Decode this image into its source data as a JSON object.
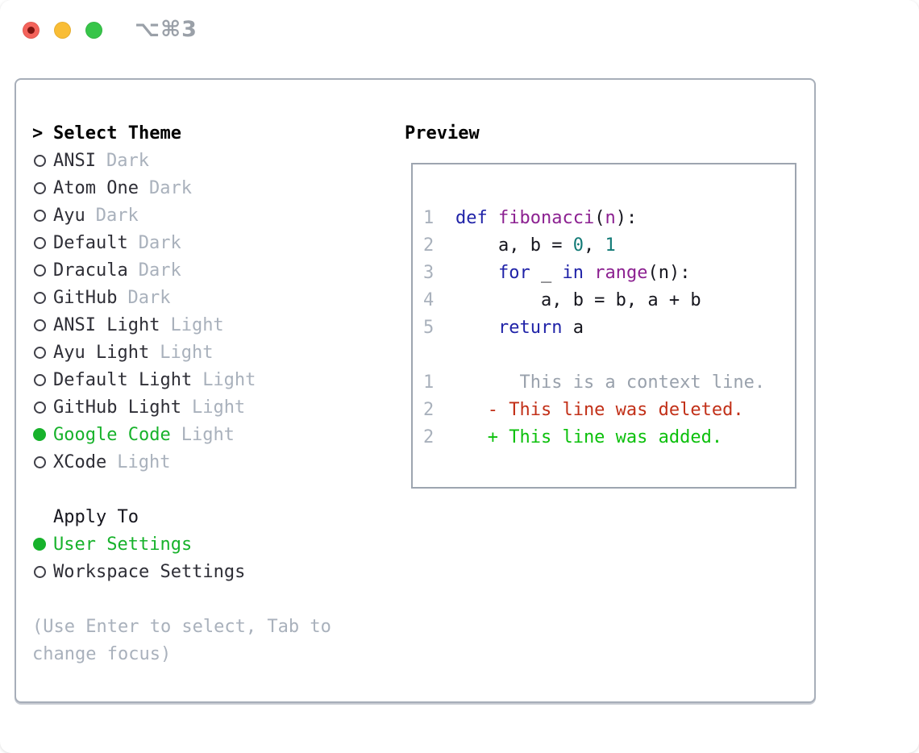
{
  "window": {
    "shortcut": "⌥⌘3"
  },
  "colors": {
    "selected_green": "#17b22b",
    "muted_gray": "#a9b1bc",
    "text_dark": "#2e2e36",
    "keyword_blue": "#2023a8",
    "function_purple": "#8c2191",
    "number_teal": "#127a76",
    "diff_deleted_red": "#c23018",
    "diff_added_green": "#0cc00c",
    "panel_border": "#a7aeb9",
    "traffic_red": "#f4635b",
    "traffic_yellow": "#f9bd35",
    "traffic_green": "#37c549"
  },
  "theme_panel": {
    "cursor": ">",
    "title": "Select Theme",
    "themes": [
      {
        "name": "ANSI",
        "variant": "Dark",
        "selected": false
      },
      {
        "name": "Atom One",
        "variant": "Dark",
        "selected": false
      },
      {
        "name": "Ayu",
        "variant": "Dark",
        "selected": false
      },
      {
        "name": "Default",
        "variant": "Dark",
        "selected": false
      },
      {
        "name": "Dracula",
        "variant": "Dark",
        "selected": false
      },
      {
        "name": "GitHub",
        "variant": "Dark",
        "selected": false
      },
      {
        "name": "ANSI Light",
        "variant": "Light",
        "selected": false
      },
      {
        "name": "Ayu Light",
        "variant": "Light",
        "selected": false
      },
      {
        "name": "Default Light",
        "variant": "Light",
        "selected": false
      },
      {
        "name": "GitHub Light",
        "variant": "Light",
        "selected": false
      },
      {
        "name": "Google Code",
        "variant": "Light",
        "selected": true
      },
      {
        "name": "XCode",
        "variant": "Light",
        "selected": false
      }
    ],
    "apply_title": "Apply To",
    "apply_options": [
      {
        "name": "User Settings",
        "selected": true
      },
      {
        "name": "Workspace Settings",
        "selected": false
      }
    ],
    "help": [
      "(Use Enter to select, Tab to",
      "change focus)"
    ]
  },
  "preview": {
    "title": "Preview",
    "code_lines": [
      {
        "num": "1",
        "tokens": [
          {
            "t": "def ",
            "c": "kw"
          },
          {
            "t": "fibonacci",
            "c": "fn"
          },
          {
            "t": "(",
            "c": "pl"
          },
          {
            "t": "n",
            "c": "fn"
          },
          {
            "t": "):",
            "c": "pl"
          }
        ]
      },
      {
        "num": "2",
        "tokens": [
          {
            "t": "    a, b = ",
            "c": "pl"
          },
          {
            "t": "0",
            "c": "num"
          },
          {
            "t": ", ",
            "c": "pl"
          },
          {
            "t": "1",
            "c": "num"
          }
        ]
      },
      {
        "num": "3",
        "tokens": [
          {
            "t": "    ",
            "c": "pl"
          },
          {
            "t": "for",
            "c": "kw"
          },
          {
            "t": " _ ",
            "c": "pl"
          },
          {
            "t": "in",
            "c": "kw"
          },
          {
            "t": " ",
            "c": "pl"
          },
          {
            "t": "range",
            "c": "fn"
          },
          {
            "t": "(n):",
            "c": "pl"
          }
        ]
      },
      {
        "num": "4",
        "tokens": [
          {
            "t": "        a, b = b, a + b",
            "c": "pl"
          }
        ]
      },
      {
        "num": "5",
        "tokens": [
          {
            "t": "    ",
            "c": "pl"
          },
          {
            "t": "return",
            "c": "kw"
          },
          {
            "t": " a",
            "c": "pl"
          }
        ]
      }
    ],
    "diff_lines": [
      {
        "num": "1",
        "marker": " ",
        "kind": "context",
        "text": "This is a context line."
      },
      {
        "num": "2",
        "marker": "-",
        "kind": "deleted",
        "text": "This line was deleted."
      },
      {
        "num": "2",
        "marker": "+",
        "kind": "added",
        "text": "This line was added."
      }
    ]
  }
}
